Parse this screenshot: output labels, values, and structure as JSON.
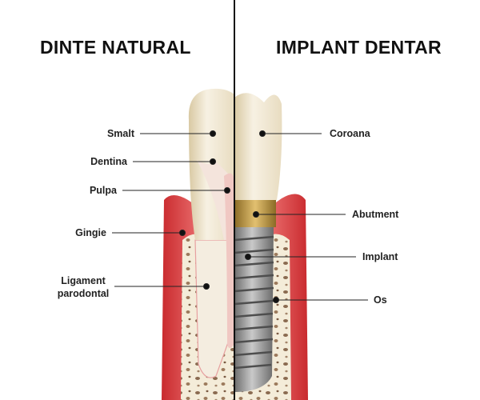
{
  "titles": {
    "left": "DINTE NATURAL",
    "right": "IMPLANT DENTAR"
  },
  "left_labels": [
    {
      "text": "Smalt"
    },
    {
      "text": "Dentina"
    },
    {
      "text": "Pulpa"
    },
    {
      "text": "Gingie"
    },
    {
      "text": "Ligament parodontal"
    }
  ],
  "right_labels": [
    {
      "text": "Coroana"
    },
    {
      "text": "Abutment"
    },
    {
      "text": "Implant"
    },
    {
      "text": "Os"
    }
  ],
  "colors": {
    "gum": "#d8383b",
    "bone": "#f4ecd9",
    "gold": "#c9a24a",
    "implant": "#8a8a8a"
  }
}
